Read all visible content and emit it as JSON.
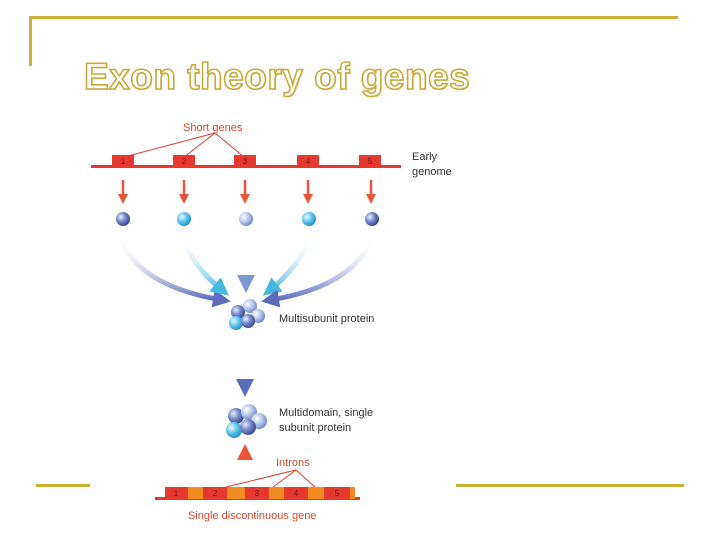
{
  "slide": {
    "title": "Exon theory of genes",
    "accent_color": "#c9b037"
  },
  "diagram": {
    "short_genes_label": "Short genes",
    "early_genome_label_line1": "Early",
    "early_genome_label_line2": "genome",
    "multisubunit_label": "Multisubunit protein",
    "multidomain_label_line1": "Multidomain, single",
    "multidomain_label_line2": "subunit protein",
    "introns_label": "Introns",
    "single_gene_label": "Single discontinuous gene",
    "early_genes": [
      "1",
      "2",
      "3",
      "4",
      "5"
    ],
    "discontinuous_exons": [
      "1",
      "2",
      "3",
      "4",
      "5"
    ],
    "colors": {
      "gene_red": "#e5392f",
      "intron_orange": "#f28a22",
      "arrow_red": "#e8553a",
      "label_red": "#d9482e",
      "protein_dark": "#4a5fa8",
      "protein_light": "#41b3e0",
      "arrow_blue": "#5a6dbd"
    }
  }
}
